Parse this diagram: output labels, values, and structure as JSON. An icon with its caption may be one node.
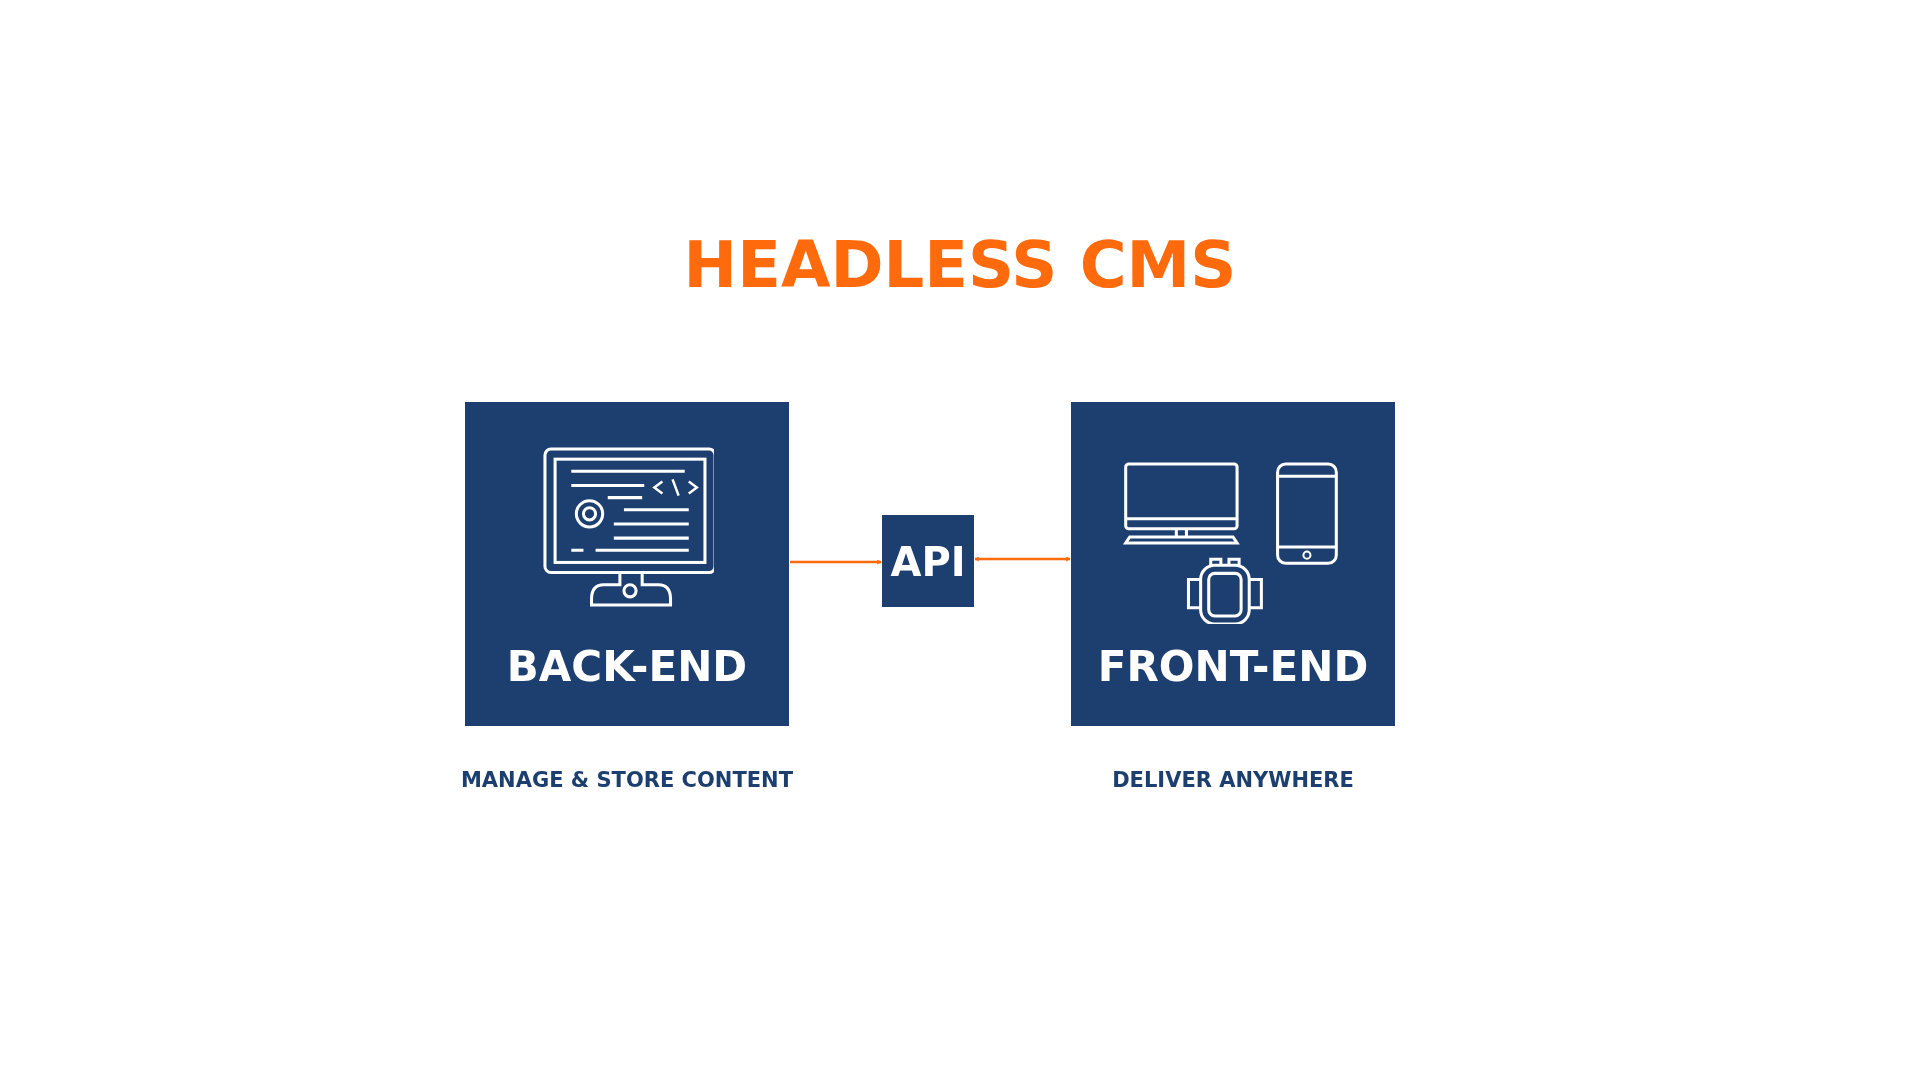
{
  "diagram": {
    "title": "HEADLESS CMS",
    "nodes": [
      {
        "text": [
          "BACK-END"
        ],
        "beside": [
          "MANAGE & STORE CONTENT"
        ]
      },
      {
        "text": [
          "API"
        ]
      },
      {
        "text": [
          "FRONT-END"
        ],
        "beside": [
          "DELIVER ANYWHERE"
        ]
      }
    ],
    "edges": [
      {
        "from": 0,
        "to": 1,
        "arrow": "to"
      },
      {
        "from": 1,
        "to": 2,
        "arrow": "both"
      }
    ]
  }
}
